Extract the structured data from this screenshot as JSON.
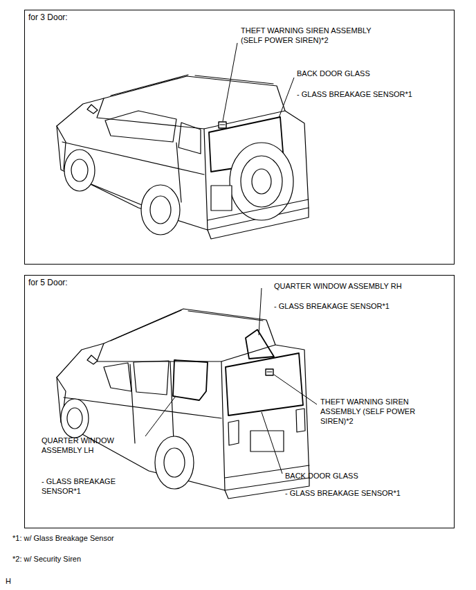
{
  "diagram": {
    "nodes": [
      {
        "text": [
          "for 3 Door:"
        ]
      },
      {
        "text": [
          "for 5 Door:"
        ]
      }
    ],
    "labels": [
      "THEFT WARNING SIREN ASSEMBLY (SELF POWER SIREN)*2",
      "BACK DOOR GLASS",
      "- GLASS BREAKAGE SENSOR*1",
      "QUARTER WINDOW ASSEMBLY RH",
      "- GLASS BREAKAGE SENSOR*1",
      "THEFT WARNING SIREN ASSEMBLY (SELF POWER SIREN)*2",
      "QUARTER WINDOW ASSEMBLY LH",
      "- GLASS BREAKAGE SENSOR*1",
      "BACK DOOR GLASS",
      "- GLASS BREAKAGE SENSOR*1",
      "*1: w/ Glass Breakage Sensor",
      "*2: w/ Security Siren",
      "H"
    ]
  }
}
